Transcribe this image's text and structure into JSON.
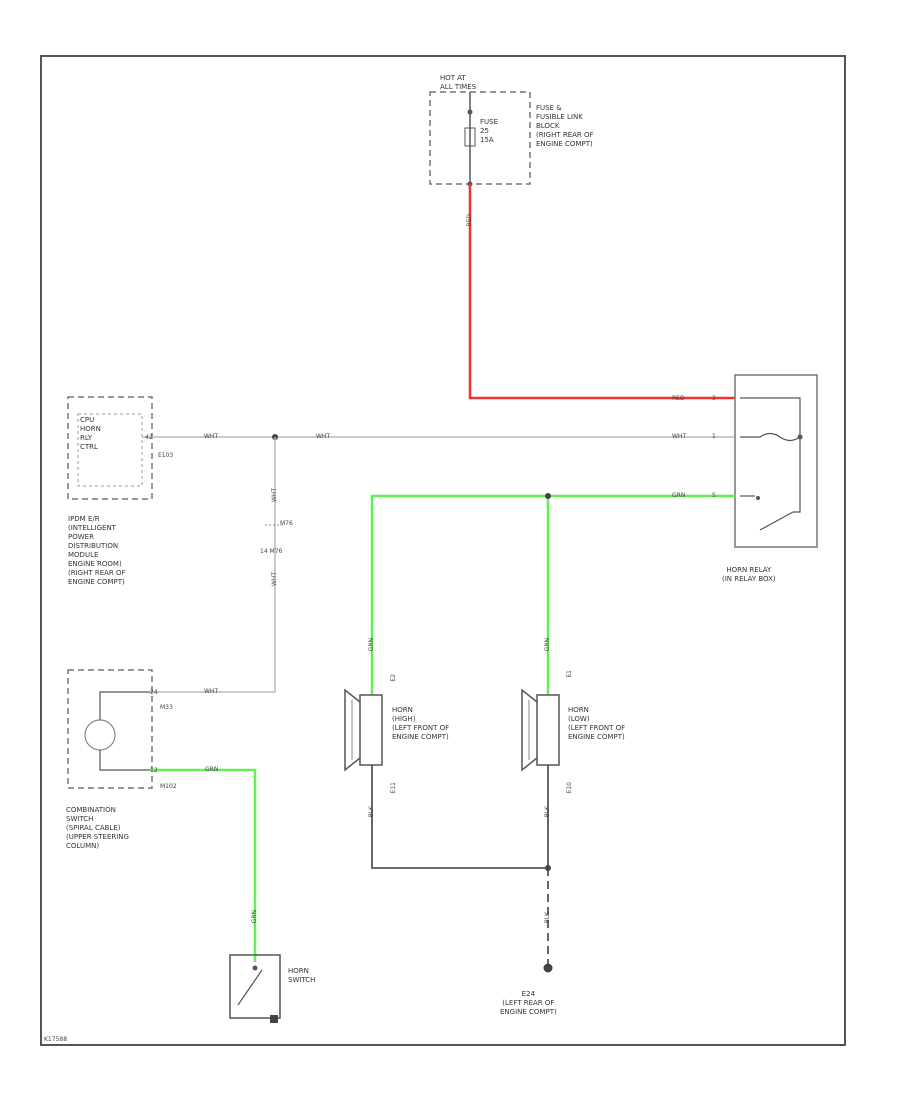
{
  "components": {
    "fuse_block": {
      "hot_at": "HOT AT\nALL TIMES",
      "fuse": "FUSE\n25\n15A",
      "name": "FUSE &\nFUSIBLE LINK\nBLOCK\n(RIGHT REAR OF\nENGINE COMPT)"
    },
    "ipdm": {
      "box_text": "CPU\nHORN\nRLY\nCTRL",
      "pin": "42",
      "connector": "E103",
      "name": "IPDM E/R\n(INTELLIGENT\nPOWER\nDISTRIBUTION\nMODULE\nENGINE ROOM)\n(RIGHT REAR OF\nENGINE COMPT)"
    },
    "horn_relay": {
      "name": "HORN RELAY\n(IN RELAY BOX)"
    },
    "combination_switch": {
      "pin_top": "24",
      "pin_bottom": "12",
      "connector_top": "M33",
      "connector_bottom": "M102",
      "name": "COMBINATION\nSWITCH\n(SPIRAL CABLE)\n(UPPER STEERING\nCOLUMN)"
    },
    "horn_high": {
      "name": "HORN\n(HIGH)\n(LEFT FRONT OF\nENGINE COMPT)",
      "conn_top": "E2",
      "conn_bottom": "E11"
    },
    "horn_low": {
      "name": "HORN\n(LOW)\n(LEFT FRONT OF\nENGINE COMPT)",
      "conn_top": "E1",
      "conn_bottom": "E10"
    },
    "horn_switch": {
      "name": "HORN\nSWITCH"
    },
    "ground": {
      "name": "E24\n(LEFT REAR OF\nENGINE COMPT)"
    },
    "splice": {
      "top": "M76",
      "bottom": "14 M76"
    }
  },
  "wires": {
    "red": "RED",
    "wht": "WHT",
    "grn": "GRN",
    "blk": "BLK"
  },
  "relay_pins": [
    "3",
    "1",
    "5"
  ],
  "colors": {
    "red": "#ee3333",
    "green": "#66ee55",
    "line": "#555555",
    "frame": "#555555"
  },
  "footer_code": "K17588"
}
